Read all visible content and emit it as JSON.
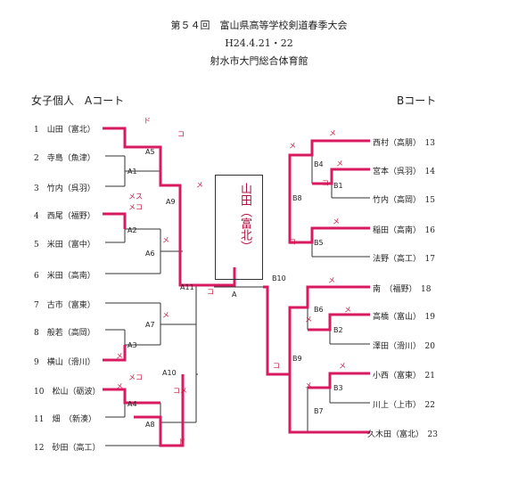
{
  "header": {
    "title": "第５４回　富山県高等学校剣道春季大会",
    "date": "H24.4.21・22",
    "venue": "射水市大門総合体育館"
  },
  "sections": {
    "left": "女子個人　Aコート",
    "right": "Bコート"
  },
  "winner": "山田（富北）",
  "left_players": [
    {
      "seed": "1",
      "name": "山田（富北）"
    },
    {
      "seed": "2",
      "name": "寺島（魚津）"
    },
    {
      "seed": "3",
      "name": "竹内（呉羽）"
    },
    {
      "seed": "4",
      "name": "西尾（福野）"
    },
    {
      "seed": "5",
      "name": "米田（富中）"
    },
    {
      "seed": "6",
      "name": "米田（高南）"
    },
    {
      "seed": "7",
      "name": "古市（富東）"
    },
    {
      "seed": "8",
      "name": "般若（高岡）"
    },
    {
      "seed": "9",
      "name": "横山（滑川）"
    },
    {
      "seed": "10",
      "name": "松山（砺波）"
    },
    {
      "seed": "11",
      "name": "畑　（新湊）"
    },
    {
      "seed": "12",
      "name": "砂田（高工）"
    }
  ],
  "right_players": [
    {
      "seed": "13",
      "name": "西村（高朋）"
    },
    {
      "seed": "14",
      "name": "宮本（呉羽）"
    },
    {
      "seed": "15",
      "name": "竹内（高岡）"
    },
    {
      "seed": "16",
      "name": "稲田（高南）"
    },
    {
      "seed": "17",
      "name": "法野（高工）"
    },
    {
      "seed": "18",
      "name": "南　（福野）"
    },
    {
      "seed": "19",
      "name": "高橋（富山）"
    },
    {
      "seed": "20",
      "name": "澤田（滑川）"
    },
    {
      "seed": "21",
      "name": "小西（富東）"
    },
    {
      "seed": "22",
      "name": "川上（上市）"
    },
    {
      "seed": "23",
      "name": "久木田（富北）"
    }
  ],
  "match_labels": [
    "A1",
    "A2",
    "A3",
    "A4",
    "A5",
    "A6",
    "A7",
    "A8",
    "A9",
    "A10",
    "A11",
    "A",
    "B1",
    "B2",
    "B3",
    "B4",
    "B5",
    "B6",
    "B7",
    "B8",
    "B9",
    "B10"
  ],
  "marks": [
    "ド",
    "コ",
    "メ",
    "メス",
    "メコ",
    "メ",
    "コ",
    "メ",
    "メコ",
    "コメ",
    "ド",
    "メ",
    "メ",
    "メ",
    "コ",
    "メ",
    "コ",
    "メ",
    "メ",
    "メ",
    "メ",
    "メ",
    "コ",
    "メ",
    "メ"
  ],
  "colors": {
    "winner_line": "#d81b60",
    "normal_line": "#333333"
  }
}
